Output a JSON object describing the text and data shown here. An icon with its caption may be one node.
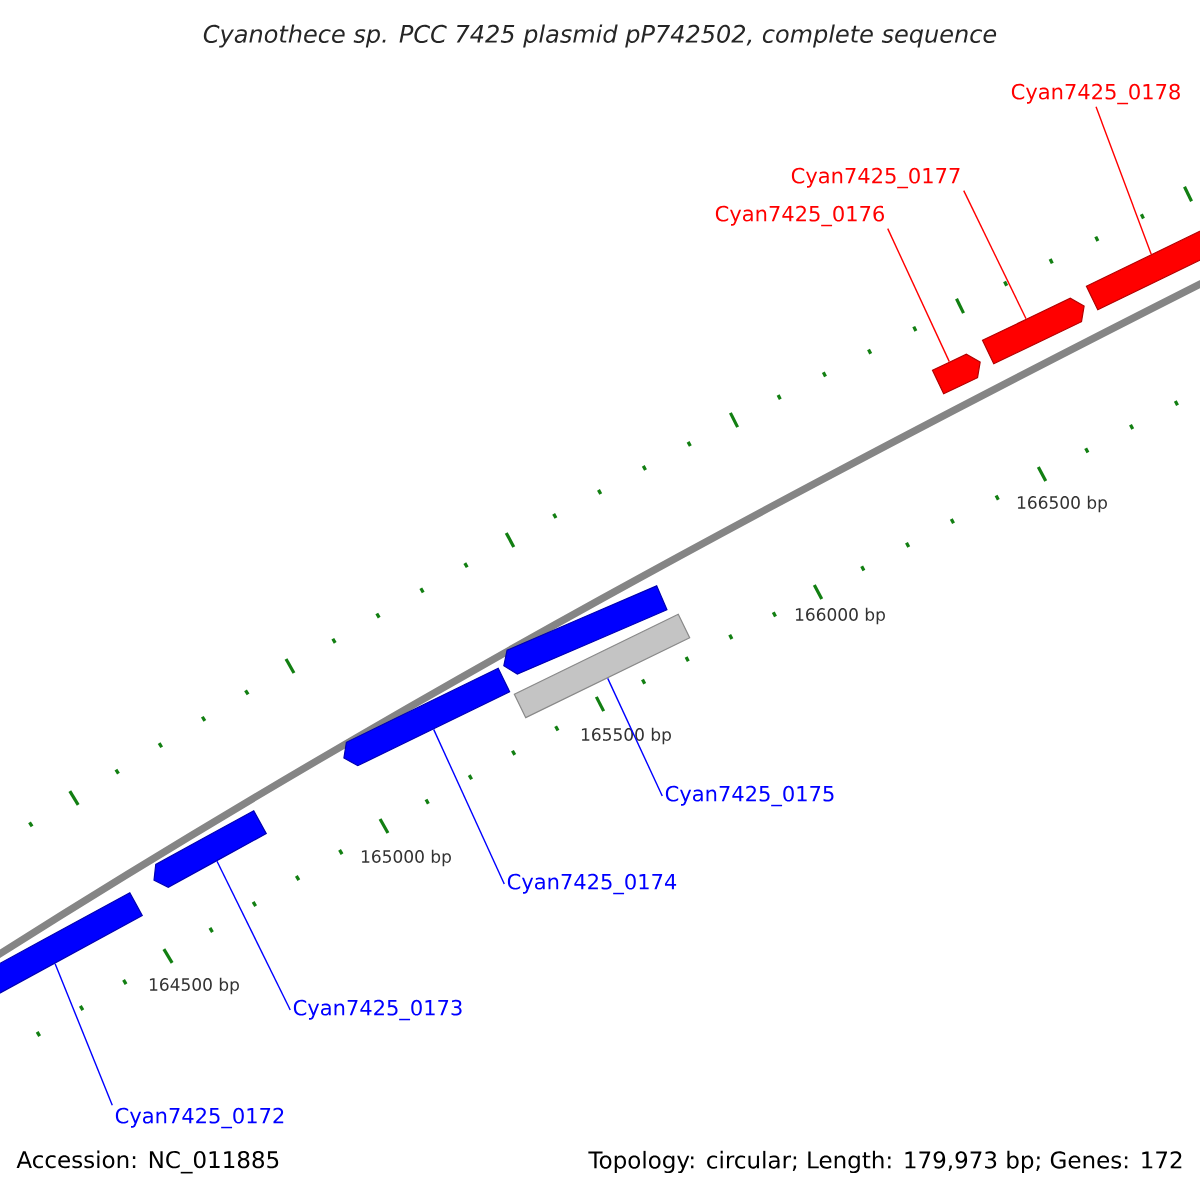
{
  "diagram": {
    "title": "Cyanothece sp. PCC 7425 plasmid pP742502, complete sequence",
    "nodes": [
      {
        "text": [
          "Cyan7425_0172"
        ]
      },
      {
        "text": [
          "Cyan7425_0173"
        ]
      },
      {
        "text": [
          "Cyan7425_0174"
        ]
      },
      {
        "text": [
          "Cyan7425_0175"
        ]
      },
      {
        "text": [
          "Cyan7425_0176"
        ]
      },
      {
        "text": [
          "Cyan7425_0177"
        ]
      },
      {
        "text": [
          "Cyan7425_0178"
        ]
      },
      {
        "text": [],
        "shape": "arrow"
      },
      {
        "text": [],
        "shape": "arrow"
      },
      {
        "text": [],
        "shape": "arrow"
      },
      {
        "text": [],
        "shape": "arrow"
      },
      {
        "text": [],
        "shape": "bar"
      },
      {
        "text": [],
        "shape": "arrow"
      },
      {
        "text": [],
        "shape": "arrow"
      },
      {
        "text": [],
        "shape": "arrow"
      }
    ],
    "edges": [
      {
        "from": 0,
        "to": 7,
        "arrow": "none"
      },
      {
        "from": 1,
        "to": 8,
        "arrow": "none"
      },
      {
        "from": 2,
        "to": 9,
        "arrow": "none"
      },
      {
        "from": 3,
        "to": 11,
        "arrow": "none"
      },
      {
        "from": 4,
        "to": 12,
        "arrow": "none",
        "color": "#ff0000"
      },
      {
        "from": 5,
        "to": 13,
        "arrow": "none",
        "color": "#ff0000"
      },
      {
        "from": 6,
        "to": 14,
        "arrow": "none",
        "color": "#ff0000"
      }
    ],
    "labels": [
      "166500 bp",
      "166000 bp",
      "165500 bp",
      "165000 bp",
      "164500 bp",
      "Accession: NC_011885",
      "Topology: circular; Length: 179,973 bp; Genes: 172"
    ]
  }
}
